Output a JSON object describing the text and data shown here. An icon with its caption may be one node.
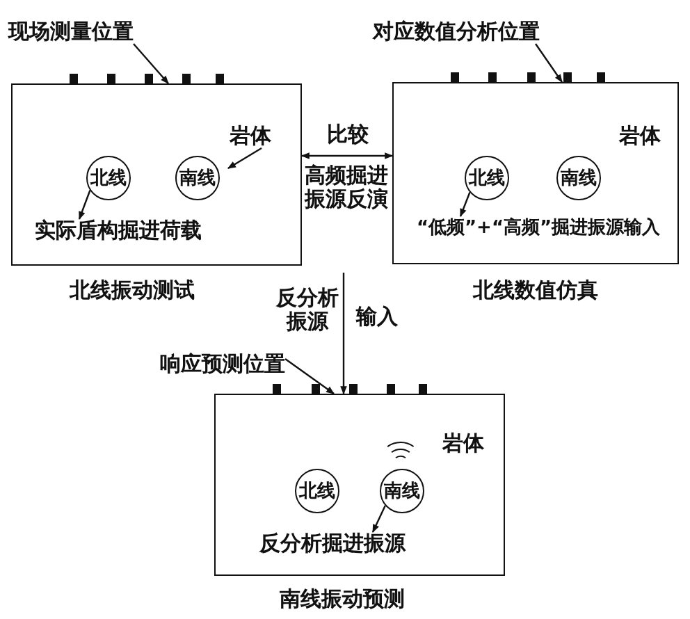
{
  "diagram": {
    "nodes": [
      {
        "text": [],
        "shape": "box",
        "beside": [
          "北线振动测试"
        ]
      },
      {
        "text": [
          "北线"
        ],
        "in": 0
      },
      {
        "text": [
          "南线"
        ],
        "in": 0
      },
      {
        "text": [
          "岩体"
        ],
        "in": 0
      },
      {
        "text": [
          "实际盾构掘进荷载"
        ],
        "in": 0
      },
      {
        "text": [
          "现场测量位置"
        ]
      },
      {
        "text": [],
        "shape": "box",
        "beside": [
          "北线数值仿真"
        ]
      },
      {
        "text": [
          "北线"
        ],
        "in": 6
      },
      {
        "text": [
          "南线"
        ],
        "in": 6
      },
      {
        "text": [
          "岩体"
        ],
        "in": 6
      },
      {
        "text": [
          "“低频”+“高频”掘进振源输入"
        ],
        "in": 6
      },
      {
        "text": [
          "对应数值分析位置"
        ]
      },
      {
        "text": [],
        "shape": "box",
        "beside": [
          "南线振动预测"
        ]
      },
      {
        "text": [
          "北线"
        ],
        "in": 12
      },
      {
        "text": [
          "南线"
        ],
        "in": 12
      },
      {
        "text": [
          "岩体"
        ],
        "in": 12
      },
      {
        "text": [
          "反分析掘进振源"
        ],
        "in": 12
      },
      {
        "text": [
          "响应预测位置"
        ]
      }
    ],
    "edges": [
      {
        "from": 3,
        "to": null,
        "arrow": "to"
      },
      {
        "from": 1,
        "to": 4,
        "arrow": "to"
      },
      {
        "from": 5,
        "to": 0,
        "arrow": "to"
      },
      {
        "from": 7,
        "to": 10,
        "arrow": "to"
      },
      {
        "from": 11,
        "to": 6,
        "arrow": "to"
      },
      {
        "from": 0,
        "to": 6,
        "arrow": "both",
        "label": "比较"
      },
      {
        "from": null,
        "to": 12,
        "arrow": "to",
        "label": "输入"
      },
      {
        "from": 14,
        "to": 16,
        "arrow": "to"
      },
      {
        "from": 17,
        "to": 12,
        "arrow": "to"
      }
    ],
    "labels": [
      "高频掘进振源反演",
      "反分析振源"
    ]
  }
}
